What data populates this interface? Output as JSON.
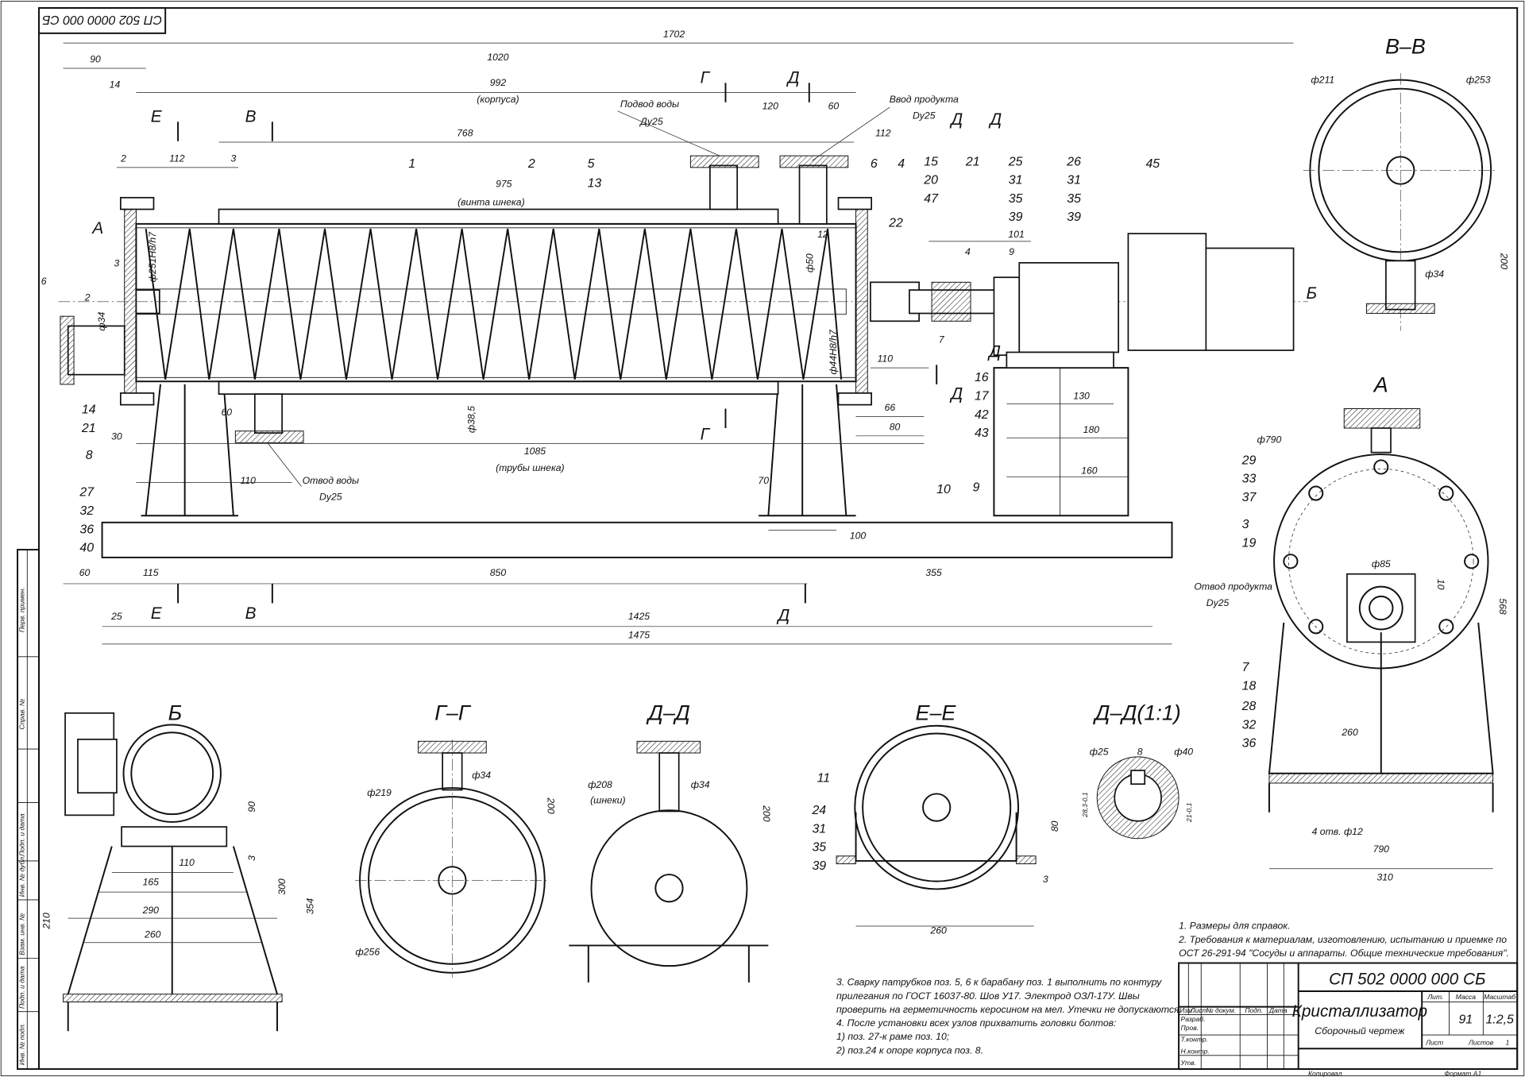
{
  "document_code": "СП 502 0000 000 СБ",
  "title_block": {
    "code": "СП 502 0000 000 СБ",
    "name": "Кристаллизатор",
    "subtitle": "Сборочный чертеж",
    "mass": "91",
    "scale": "1:2,5",
    "sheets_label": "Листов",
    "sheets": "1",
    "sheet_label": "Лист",
    "lit_label": "Лит.",
    "mass_label": "Масса",
    "scale_label": "Масштаб",
    "col_headers": [
      "Изм.",
      "Лист",
      "№ докум.",
      "Подп.",
      "Дата"
    ],
    "rows": [
      "Разраб.",
      "Пров.",
      "Т.контр.",
      "Н.контр.",
      "Утв."
    ],
    "copied": "Копировал",
    "format": "Формат   А1"
  },
  "side_stamp": [
    "Перв. примен.",
    "Справ. №",
    "Подп. и дата",
    "Инв. № дубл.",
    "Взам. инв. №",
    "Подп. и дата",
    "Инв. № подл."
  ],
  "notes": {
    "right": [
      "1. Размеры для справок.",
      "2. Требования к материалам, изготовлению, испытанию и приемке по",
      "ОСТ 26-291-94 \"Сосуды и аппараты. Общие технические требования\"."
    ],
    "left": [
      "3. Сварку патрубков поз. 5, 6 к барабану поз. 1 выполнить по контуру",
      "прилегания по ГОСТ 16037-80. Шов У17. Электрод ОЗЛ-17У. Швы",
      "проверить на герметичность керосином на мел. Утечки не допускаются.",
      "4. После установки всех узлов прихватить головки болтов:",
      "1) поз. 27-к раме поз. 10;",
      "2) поз.24  к опоре корпуса поз. 8."
    ]
  },
  "view_titles": {
    "vv": "В–В",
    "a": "А",
    "b": "Б",
    "gg": "Г–Г",
    "dd": "Д–Д",
    "ee": "Е–Е",
    "dd11": "Д–Д(1:1)"
  },
  "section_marks": [
    "А",
    "Е",
    "В",
    "Г",
    "Д",
    "Д",
    "Д",
    "Г",
    "Д",
    "Д",
    "Б",
    "Е",
    "В",
    "Д"
  ],
  "annotations": {
    "water_in": "Подвод воды",
    "water_in_dn": "Ду25",
    "product_in": "Ввод продукта",
    "product_in_dn": "Dу25",
    "water_out": "Отвод воды",
    "water_out_dn": "Dу25",
    "product_out": "Отвод продукта",
    "product_out_dn": "Dу25"
  },
  "dims_main": [
    "1702",
    "1020",
    "992",
    "(корпуса)",
    "90",
    "14",
    "768",
    "2",
    "112",
    "3",
    "975",
    "(винта шнека)",
    "120",
    "60",
    "112",
    "12",
    "101",
    "4",
    "9",
    "7",
    "110",
    "66",
    "80",
    "ф50",
    "ф251Н8/h7",
    "ф44Н8/h7",
    "ф38,5",
    "ф34",
    "6",
    "2",
    "3",
    "60",
    "30",
    "1085",
    "(трубы шнека)",
    "110",
    "70",
    "100",
    "130",
    "180",
    "160",
    "60",
    "115",
    "850",
    "355",
    "25",
    "1425",
    "1475"
  ],
  "dims_views": {
    "vv": [
      "ф211",
      "ф253",
      "200",
      "ф34"
    ],
    "a": [
      "ф790",
      "ф85",
      "10",
      "568",
      "260",
      "4 отв. ф12",
      "790",
      "310"
    ],
    "b": [
      "90",
      "3",
      "110",
      "165",
      "290",
      "260",
      "300",
      "210",
      "354"
    ],
    "gg": [
      "ф219",
      "ф34",
      "200",
      "ф256"
    ],
    "dd": [
      "ф208",
      "(шнеки)",
      "ф34",
      "200"
    ],
    "ee": [
      "80",
      "3",
      "260"
    ],
    "dd11": [
      "ф25",
      "8",
      "ф40",
      "28,3-0,1",
      "21-0,1"
    ]
  },
  "callouts": {
    "main": [
      "1",
      "2",
      "5",
      "13",
      "6",
      "4",
      "15",
      "20",
      "47",
      "21",
      "25",
      "31",
      "35",
      "39",
      "26",
      "31",
      "35",
      "39",
      "45",
      "22",
      "14",
      "21",
      "8",
      "27",
      "32",
      "36",
      "40",
      "16",
      "17",
      "42",
      "43",
      "9",
      "10"
    ],
    "a": [
      "29",
      "33",
      "37",
      "3",
      "19",
      "7",
      "18",
      "28",
      "32",
      "36"
    ],
    "ee": [
      "11",
      "24",
      "31",
      "35",
      "39"
    ]
  }
}
